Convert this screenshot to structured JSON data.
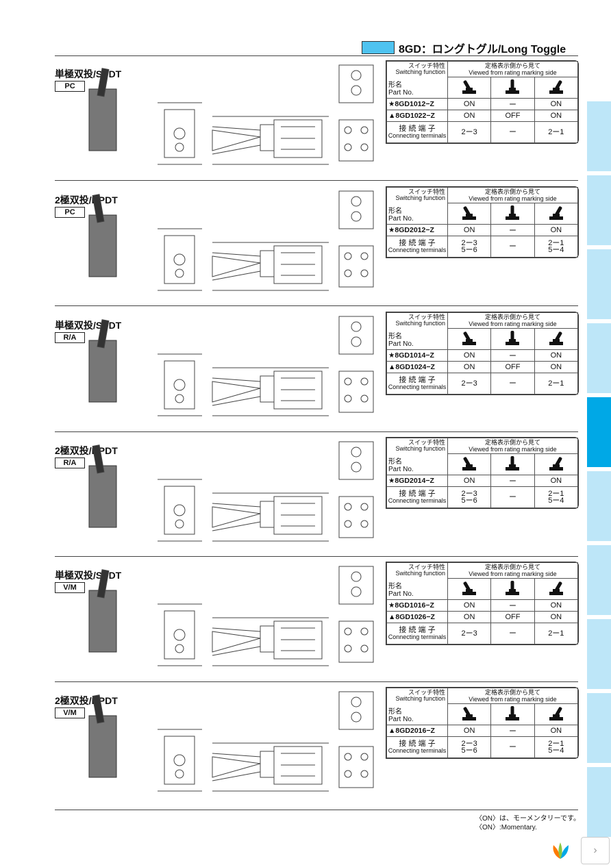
{
  "header": {
    "title": "8GD：ロングトグル/Long Toggle",
    "accent": "#4fc3f0"
  },
  "table_header": {
    "function_jp": "スイッチ特性",
    "function_en": "Switching function",
    "partno_jp": "形名",
    "partno_en": "Part No.",
    "viewed_jp": "定格表示側から見て",
    "viewed_en": "Viewed from rating marking side",
    "conn_jp": "接 続 端 子",
    "conn_en": "Connecting terminals"
  },
  "sections": [
    {
      "title": "単極双投/SPDT",
      "badge": "PC",
      "rows": [
        {
          "pn": "★8GD1012−Z",
          "c": [
            "ON",
            "ー",
            "ON"
          ]
        },
        {
          "pn": "▲8GD1022−Z",
          "c": [
            "ON",
            "OFF",
            "ON"
          ]
        }
      ],
      "conn": [
        "2ー3",
        "ー",
        "2ー1"
      ]
    },
    {
      "title": "2極双投/DPDT",
      "badge": "PC",
      "rows": [
        {
          "pn": "★8GD2012−Z",
          "c": [
            "ON",
            "ー",
            "ON"
          ]
        }
      ],
      "conn": [
        "2ー3\n5ー6",
        "ー",
        "2ー1\n5ー4"
      ]
    },
    {
      "title": "単極双投/SPDT",
      "badge": "R/A",
      "rows": [
        {
          "pn": "★8GD1014−Z",
          "c": [
            "ON",
            "ー",
            "ON"
          ]
        },
        {
          "pn": "▲8GD1024−Z",
          "c": [
            "ON",
            "OFF",
            "ON"
          ]
        }
      ],
      "conn": [
        "2ー3",
        "ー",
        "2ー1"
      ]
    },
    {
      "title": "2極双投/DPDT",
      "badge": "R/A",
      "rows": [
        {
          "pn": "★8GD2014−Z",
          "c": [
            "ON",
            "ー",
            "ON"
          ]
        }
      ],
      "conn": [
        "2ー3\n5ー6",
        "ー",
        "2ー1\n5ー4"
      ]
    },
    {
      "title": "単極双投/SPDT",
      "badge": "V/M",
      "rows": [
        {
          "pn": "★8GD1016−Z",
          "c": [
            "ON",
            "ー",
            "ON"
          ]
        },
        {
          "pn": "▲8GD1026−Z",
          "c": [
            "ON",
            "OFF",
            "ON"
          ]
        }
      ],
      "conn": [
        "2ー3",
        "ー",
        "2ー1"
      ]
    },
    {
      "title": "2極双投/DPDT",
      "badge": "V/M",
      "rows": [
        {
          "pn": "▲8GD2016−Z",
          "c": [
            "ON",
            "ー",
            "ON"
          ]
        }
      ],
      "conn": [
        "2ー3\n5ー6",
        "ー",
        "2ー1\n5ー4"
      ]
    }
  ],
  "footnotes": {
    "jp": "〈ON〉は、モーメンタリーです。",
    "en": "〈ON〉:Momentary."
  },
  "nav": {
    "next_icon": "chevron-right-icon"
  }
}
